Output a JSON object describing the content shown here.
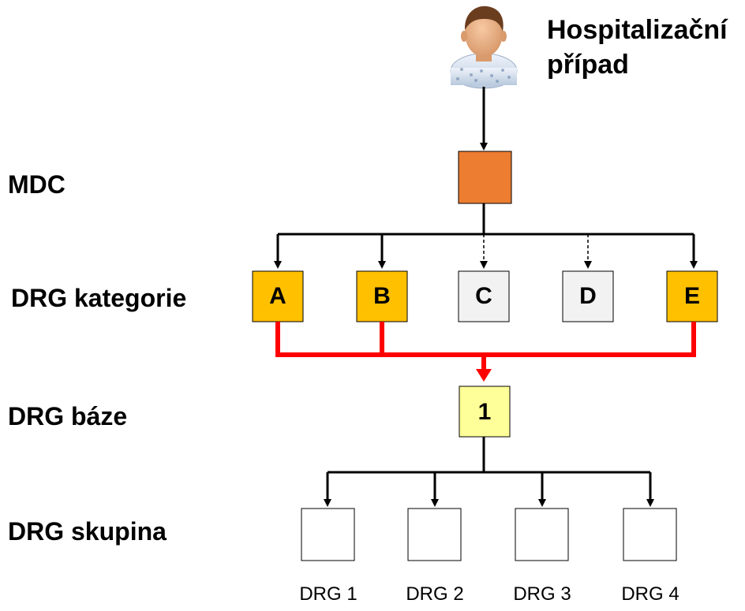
{
  "case": {
    "title_line1": "Hospitalizační",
    "title_line2": "případ"
  },
  "levels": {
    "mdc": "MDC",
    "drg_category": "DRG kategorie",
    "drg_base": "DRG báze",
    "drg_group": "DRG skupina"
  },
  "categories": [
    {
      "letter": "A",
      "active": true
    },
    {
      "letter": "B",
      "active": true
    },
    {
      "letter": "C",
      "active": false
    },
    {
      "letter": "D",
      "active": false
    },
    {
      "letter": "E",
      "active": true
    }
  ],
  "base": {
    "label": "1"
  },
  "groups": [
    "DRG 1",
    "DRG 2",
    "DRG 3",
    "DRG 4"
  ],
  "colors": {
    "mdc": "#ED7D31",
    "category_active": "#FFC000",
    "category_inactive": "#F2F2F2",
    "base": "#FFFF99",
    "selected_path": "#FF0000",
    "line": "#000000"
  }
}
